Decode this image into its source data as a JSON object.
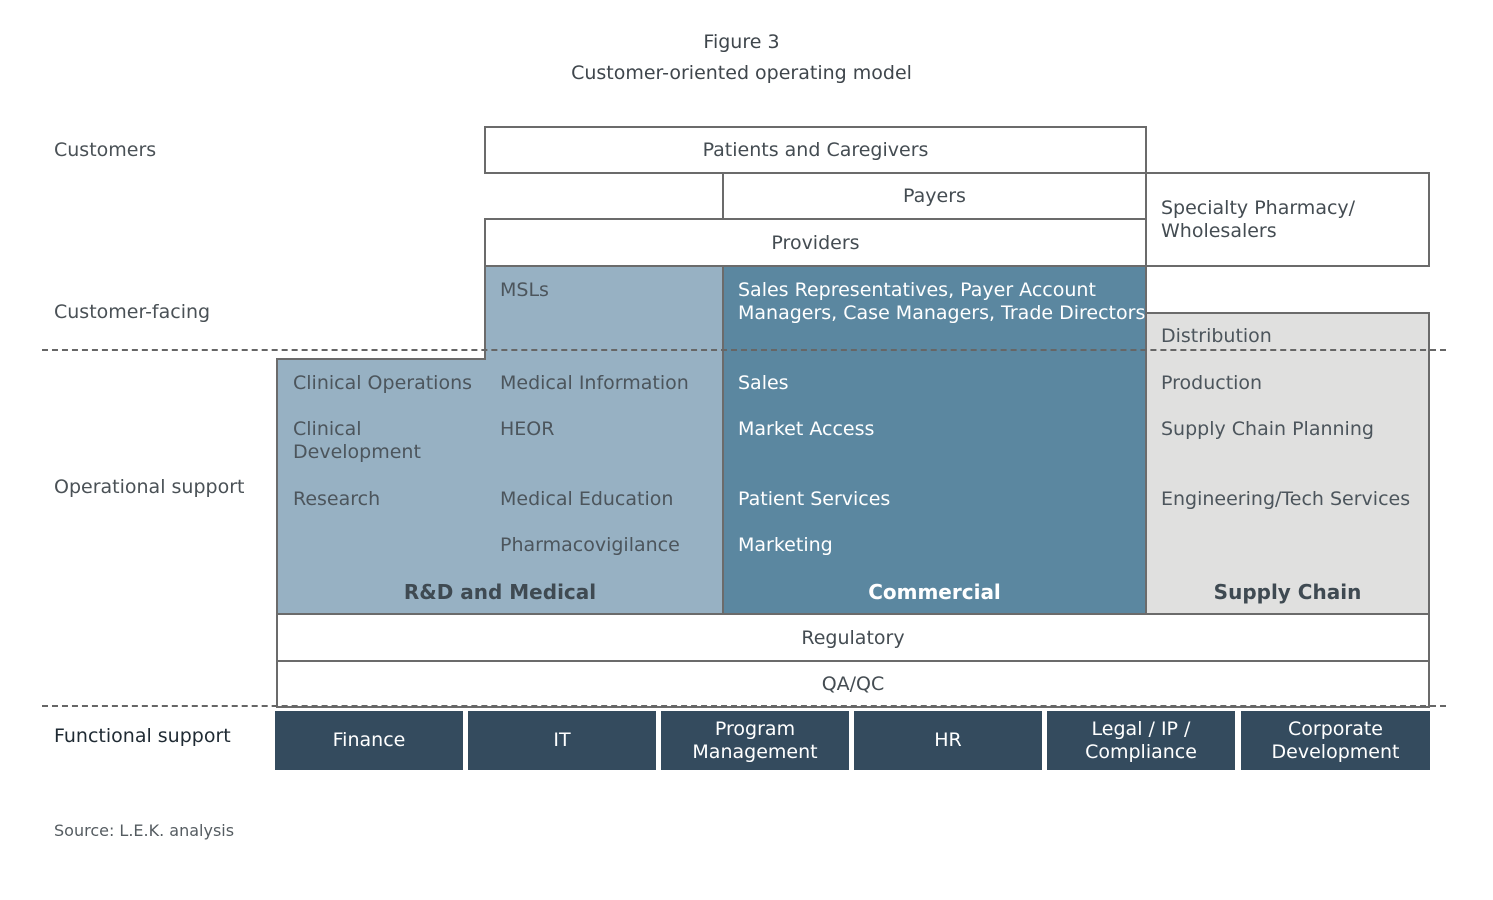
{
  "header": {
    "figure_label": "Figure 3",
    "title": "Customer-oriented operating model"
  },
  "row_labels": {
    "customers": "Customers",
    "customer_facing": "Customer-facing",
    "operational_support": "Operational support",
    "functional_support": "Functional support"
  },
  "customers": {
    "patients": "Patients and Caregivers",
    "payers": "Payers",
    "providers": "Providers",
    "specialty_line1": "Specialty Pharmacy/",
    "specialty_line2": "Wholesalers"
  },
  "rd_medical": {
    "title": "R&D and Medical",
    "msls": "MSLs",
    "col1": [
      "Clinical Operations",
      "Clinical",
      "Development",
      "Research"
    ],
    "col2": [
      "Medical Information",
      "HEOR",
      "Medical Education",
      "Pharmacovigilance"
    ]
  },
  "commercial": {
    "title": "Commercial",
    "facing_line1": "Sales Representatives, Payer Account",
    "facing_line2": "Managers, Case Managers, Trade Directors",
    "items": [
      "Sales",
      "Market Access",
      "Patient Services",
      "Marketing"
    ]
  },
  "supply_chain": {
    "title": "Supply Chain",
    "distribution": "Distribution",
    "items": [
      "Production",
      "Supply Chain Planning",
      "Engineering/Tech Services"
    ]
  },
  "shared": {
    "regulatory": "Regulatory",
    "qaqc": "QA/QC"
  },
  "functional": [
    {
      "line1": "Finance",
      "line2": ""
    },
    {
      "line1": "IT",
      "line2": ""
    },
    {
      "line1": "Program",
      "line2": "Management"
    },
    {
      "line1": "HR",
      "line2": ""
    },
    {
      "line1": "Legal / IP /",
      "line2": "Compliance"
    },
    {
      "line1": "Corporate",
      "line2": "Development"
    }
  ],
  "source": "Source: L.E.K. analysis",
  "colors": {
    "rd_fill": "#97b1c3",
    "commercial_fill": "#5b87a0",
    "supply_fill": "#e0e0df",
    "functional_fill": "#344b5e",
    "border": "#6b6b6b"
  }
}
